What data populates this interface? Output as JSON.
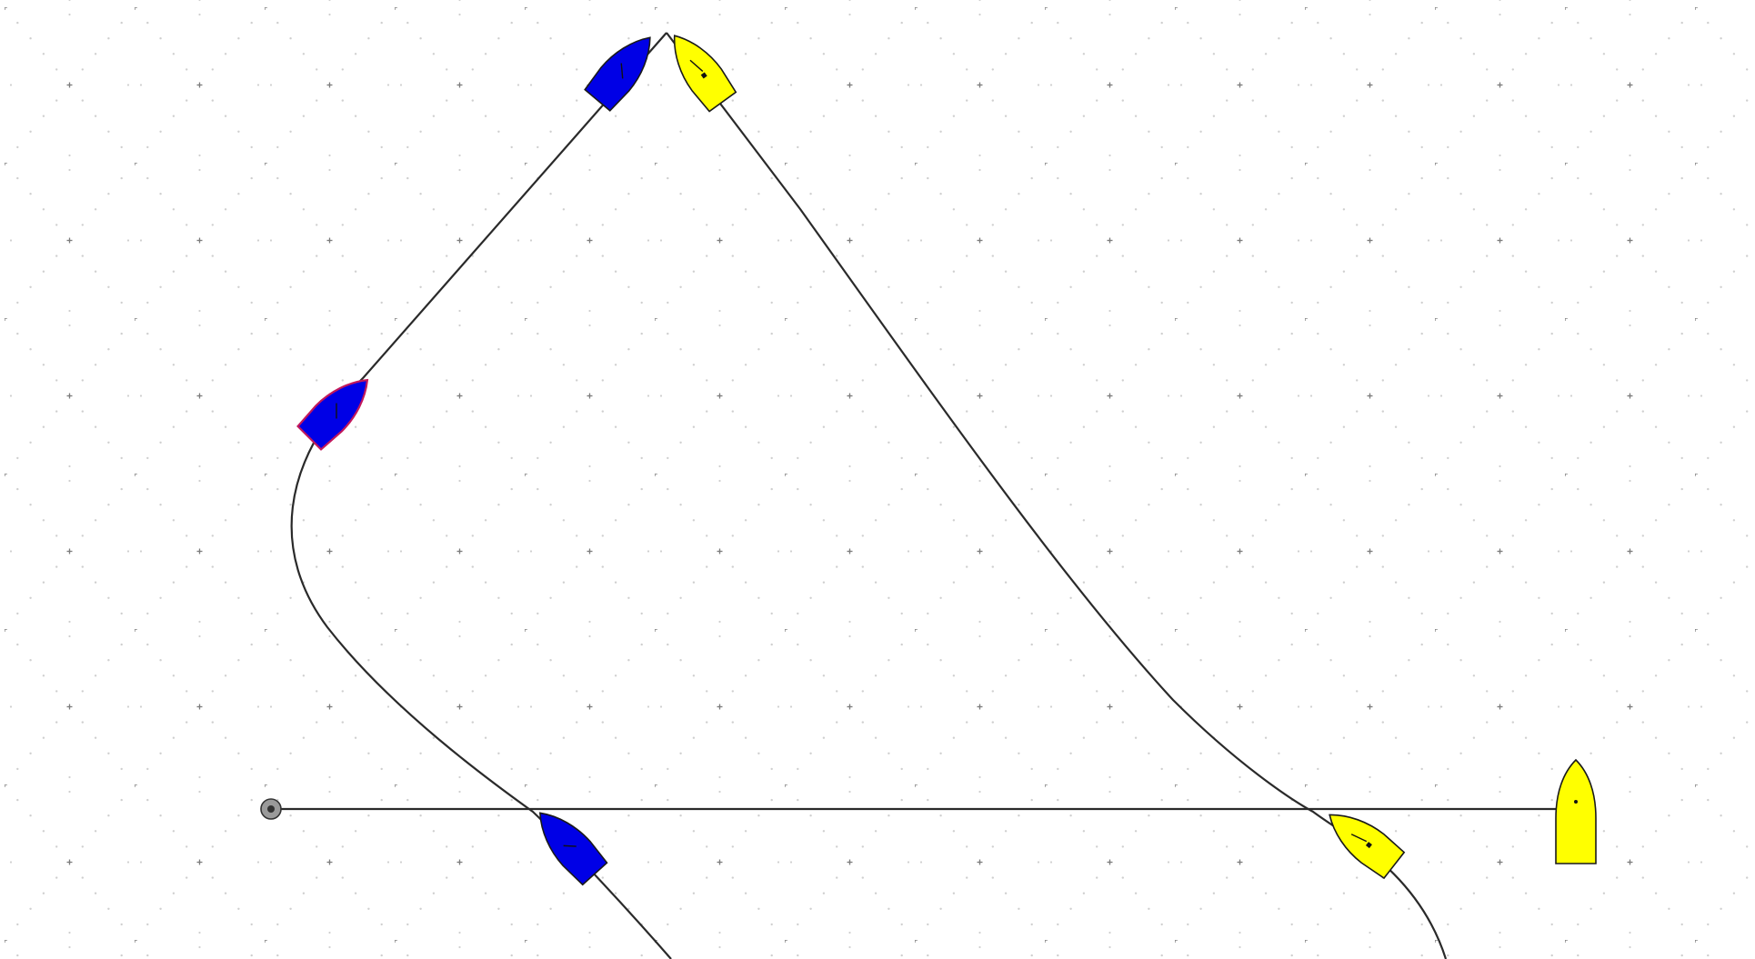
{
  "diagram": {
    "background": "#ffffff",
    "grid": {
      "dot_color": "#c8c8c8",
      "cross_color": "#8a8a8a"
    },
    "colors": {
      "blue_boat": "#0000e6",
      "yellow_boat": "#ffff00",
      "track": "#2a2a2a",
      "selected_outline": "#c2185b",
      "mark": "#9a9a9a"
    },
    "boats": [
      {
        "name": "blue",
        "color": "blue_boat",
        "positions": 4
      },
      {
        "name": "yellow",
        "color": "yellow_boat",
        "positions": 4
      }
    ],
    "mark": {
      "type": "committee-mark"
    },
    "start_line": {
      "label": ""
    }
  }
}
